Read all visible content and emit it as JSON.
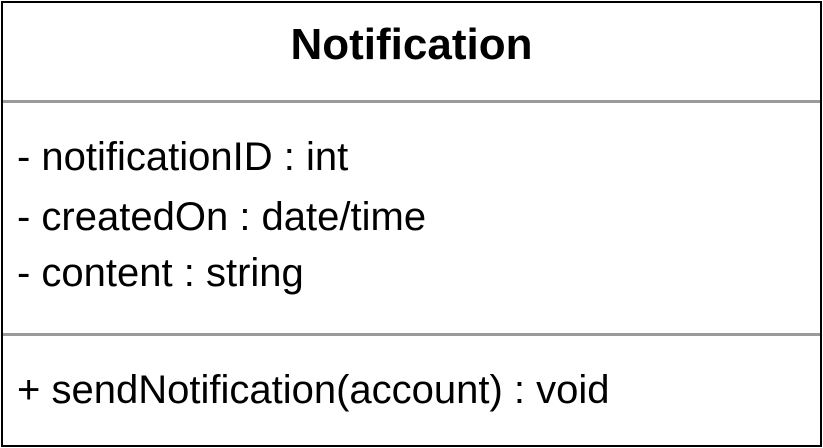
{
  "uml_class": {
    "name": "Notification",
    "attributes": [
      "- notificationID : int",
      "- createdOn : date/time",
      "- content : string"
    ],
    "operations": [
      "+ sendNotification(account) : void"
    ]
  }
}
